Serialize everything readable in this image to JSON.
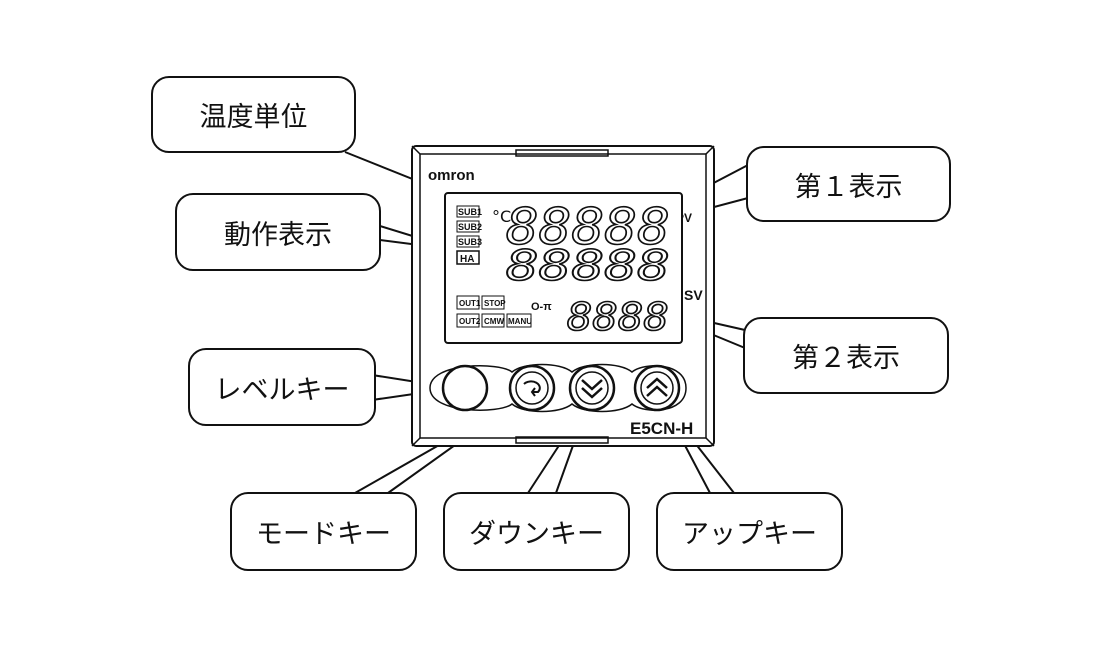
{
  "device": {
    "brand": "omron",
    "model": "E5CN-H",
    "pv_label": "PV",
    "sv_label": "SV",
    "temp_unit": "°C",
    "pv_display": "88888",
    "pv2_display": "88888",
    "sv_display": "8888",
    "sub_indicators": [
      "SUB1",
      "SUB2",
      "SUB3"
    ],
    "ha_indicator": "HA",
    "out_indicators_row1": [
      "OUT1",
      "STOP"
    ],
    "out_indicators_row2": [
      "OUT2",
      "CMW",
      "MANU"
    ],
    "key_icon_label": "O-π"
  },
  "callouts": {
    "temp_unit": "温度単位",
    "operation_indicators": "動作表示",
    "display1": "第１表示",
    "display2": "第２表示",
    "level_key": "レベルキー",
    "mode_key": "モードキー",
    "down_key": "ダウンキー",
    "up_key": "アップキー"
  }
}
